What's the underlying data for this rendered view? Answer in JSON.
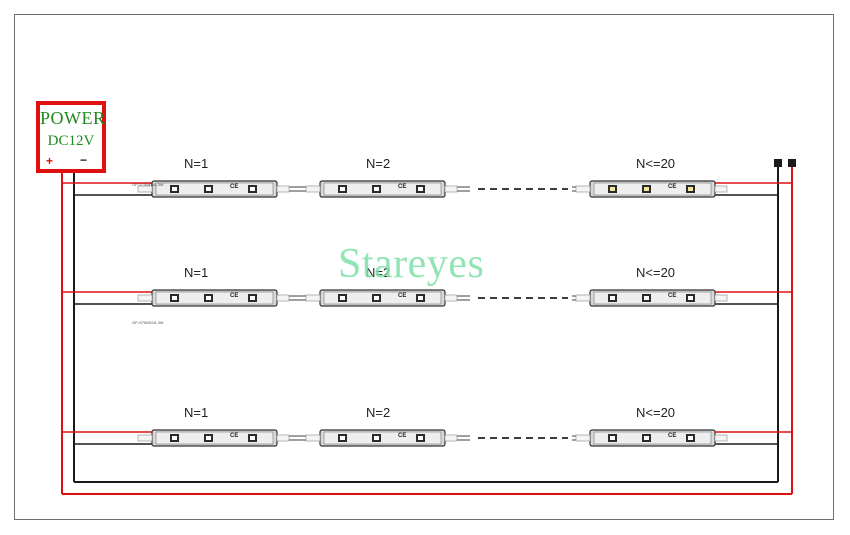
{
  "power": {
    "title": "POWER",
    "voltage": "DC12V",
    "plus": "+",
    "minus": "−"
  },
  "watermark": "Stareyes",
  "rows": [
    {
      "labels": [
        "N=1",
        "N=2",
        "N<=20"
      ]
    },
    {
      "labels": [
        "N=1",
        "N=2",
        "N<=20"
      ]
    },
    {
      "labels": [
        "N=1",
        "N=2",
        "N<=20"
      ]
    }
  ],
  "module": {
    "text": "CE",
    "part_number": "GP-S75M018-3W"
  },
  "colors": {
    "positive_wire": "#e01010",
    "negative_wire": "#1a1a1a",
    "text_green": "#1f8a1f",
    "watermark": "#7ee0a8"
  }
}
